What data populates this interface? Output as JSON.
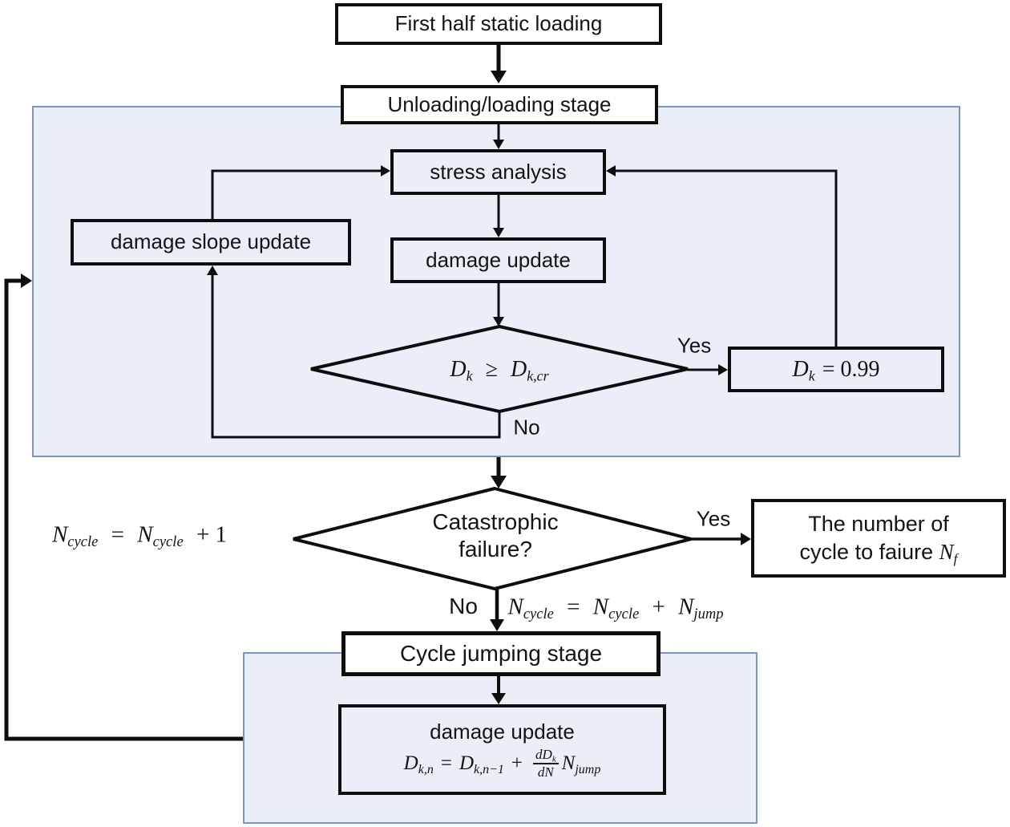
{
  "colors": {
    "container_fill": "#eaeef7",
    "container_border": "#7e95c1",
    "box_border": "#0e0e0e",
    "arrow": "#0e0e0e",
    "background": "#ffffff"
  },
  "nodes": {
    "first_half": "First half static loading",
    "unloading": "Unloading/loading stage",
    "stress": "stress analysis",
    "damage_update": "damage update",
    "damage_slope": "damage slope update",
    "cycle_jumping": "Cycle jumping stage",
    "catastrophic": {
      "line1": "Catastrophic",
      "line2": "failure?"
    },
    "nf": {
      "line1": "The number of",
      "line2_prefix": "cycle to faiure ",
      "var": "N",
      "var_sub": "f"
    },
    "dk_check": {
      "b1": "D",
      "s1": "k",
      "op": "≥",
      "b2": "D",
      "s2": "k,cr"
    },
    "dk_set": {
      "b": "D",
      "s": "k",
      "rest": "= 0.99"
    },
    "damage_update2": {
      "title": "damage update",
      "formula": {
        "lb": "D",
        "ls": "k,n",
        "eq": "=",
        "rb": "D",
        "rs": "k,n−1",
        "plus": "+",
        "fn_b": "dD",
        "fn_s": "k",
        "fd": "dN",
        "nb": "N",
        "ns": "jump"
      }
    }
  },
  "labels": {
    "yes1": "Yes",
    "no1": "No",
    "yes2": "Yes",
    "no2": "No",
    "inc": {
      "b1": "N",
      "s1": "cycle",
      "eq": "=",
      "b2": "N",
      "s2": "cycle",
      "tail": "+ 1"
    },
    "jump": {
      "b1": "N",
      "s1": "cycle",
      "eq": "=",
      "b2": "N",
      "s2": "cycle",
      "plus": "+",
      "b3": "N",
      "s3": "jump"
    }
  }
}
